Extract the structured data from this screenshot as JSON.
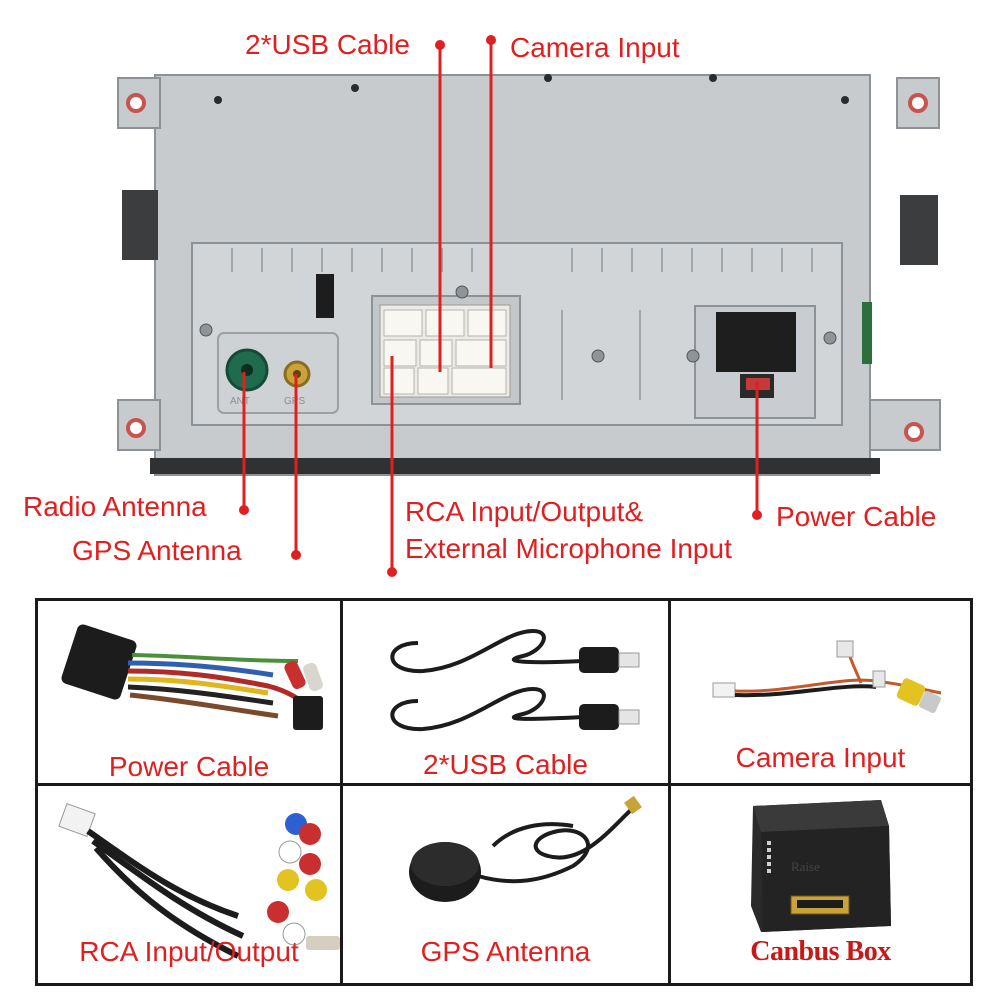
{
  "callouts": {
    "usb_cable": "2*USB Cable",
    "camera_input": "Camera Input",
    "radio_antenna": "Radio Antenna",
    "gps_antenna": "GPS Antenna",
    "rca_line1": "RCA Input/Output&",
    "rca_line2": "External Microphone Input",
    "power_cable": "Power Cable"
  },
  "unit_labels": {
    "ant": "ANT",
    "gps": "GPS"
  },
  "accessories": [
    {
      "caption": "Power Cable"
    },
    {
      "caption": "2*USB Cable"
    },
    {
      "caption": "Camera Input"
    },
    {
      "caption": "RCA Input/Output"
    },
    {
      "caption": "GPS Antenna"
    },
    {
      "caption": "Canbus Box"
    }
  ],
  "canbus_brand": "Raise",
  "colors": {
    "callout_red": "#e02020",
    "border": "#1a1a1a",
    "chassis_gray": "#c9cdd0",
    "radio_connector_green": "#1f6b4e",
    "gps_connector_gold": "#c9a23a"
  }
}
